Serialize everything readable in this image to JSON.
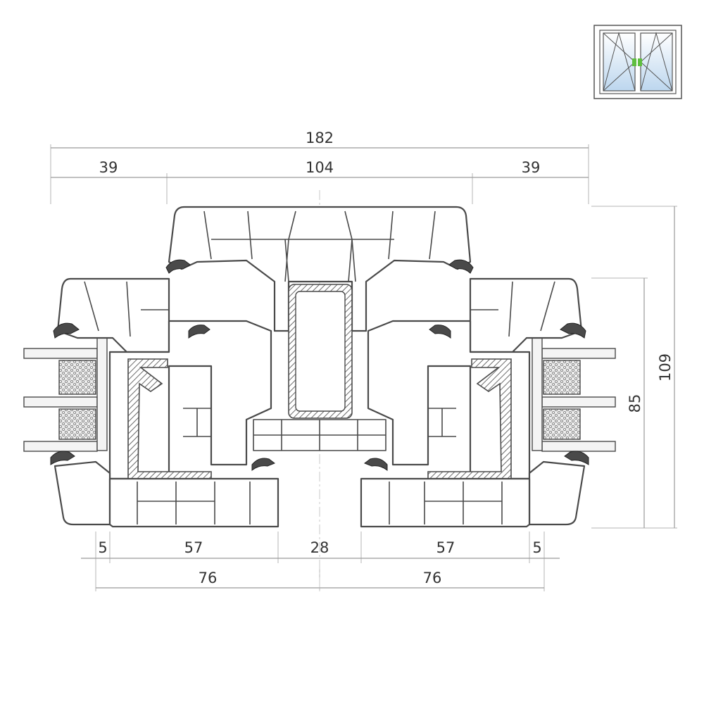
{
  "dimensions": {
    "overall_width": "182",
    "left_sash_width": "39",
    "center_width": "104",
    "right_sash_width": "39",
    "overall_height": "109",
    "frame_height": "85",
    "bottom_left_offset": "5",
    "bottom_left_depth": "57",
    "center_gap": "28",
    "bottom_right_depth": "57",
    "bottom_right_offset": "5",
    "left_total": "76",
    "right_total": "76"
  },
  "thumbnail": {
    "icon": "double-casement-window-icon",
    "handle_color": "#5fbf3f",
    "glass_color": "#cfe3f3"
  },
  "colors": {
    "profile_stroke": "#4a4a4a",
    "dimension_line": "#9a9a9a",
    "text": "#333333"
  }
}
